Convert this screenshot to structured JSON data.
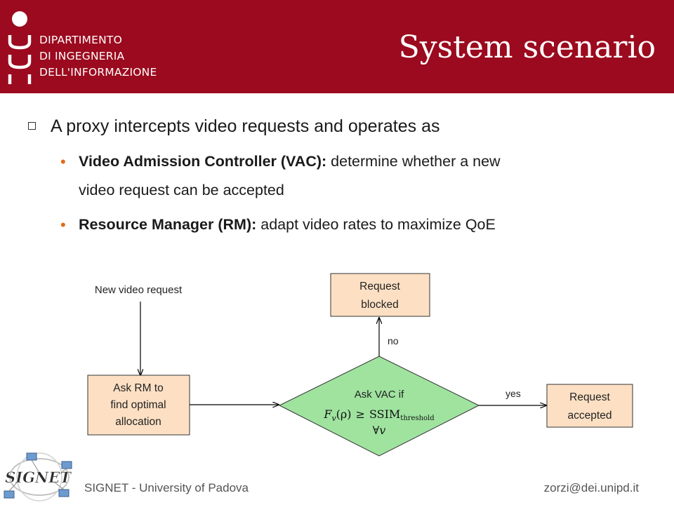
{
  "header": {
    "dept_lines": [
      "DIPARTIMENTO",
      "DI INGEGNERIA",
      "DELL'INFORMAZIONE"
    ],
    "title": "System scenario"
  },
  "bullets": {
    "main": "A proxy intercepts video requests and operates as",
    "items": [
      {
        "bold": "Video Admission Controller (VAC):",
        "line1": " determine whether a new",
        "line2": "video request can be accepted"
      },
      {
        "bold": "Resource Manager (RM):",
        "rest": " adapt video rates to maximize QoE"
      }
    ]
  },
  "diagram": {
    "new_request_label": "New video request",
    "ask_rm": [
      "Ask RM to",
      "find optimal",
      "allocation"
    ],
    "ask_vac_label": "Ask VAC if",
    "condition_lhs": "F",
    "condition_lhs_sub": "v",
    "condition_arg": "(ρ)",
    "condition_op": "≥",
    "condition_rhs": "SSIM",
    "condition_rhs_sub": "threshold",
    "condition_forall": "∀v",
    "blocked": [
      "Request",
      "blocked"
    ],
    "accepted": [
      "Request",
      "accepted"
    ],
    "no_label": "no",
    "yes_label": "yes"
  },
  "footer": {
    "left": "SIGNET - University of Padova",
    "right": "zorzi@dei.unipd.it",
    "logo_text": "SIGNET"
  },
  "colors": {
    "header": "#9b0a1e",
    "box_fill": "#fde0c4",
    "diamond_fill": "#9fe39f",
    "bullet_accent": "#e06a1a"
  }
}
